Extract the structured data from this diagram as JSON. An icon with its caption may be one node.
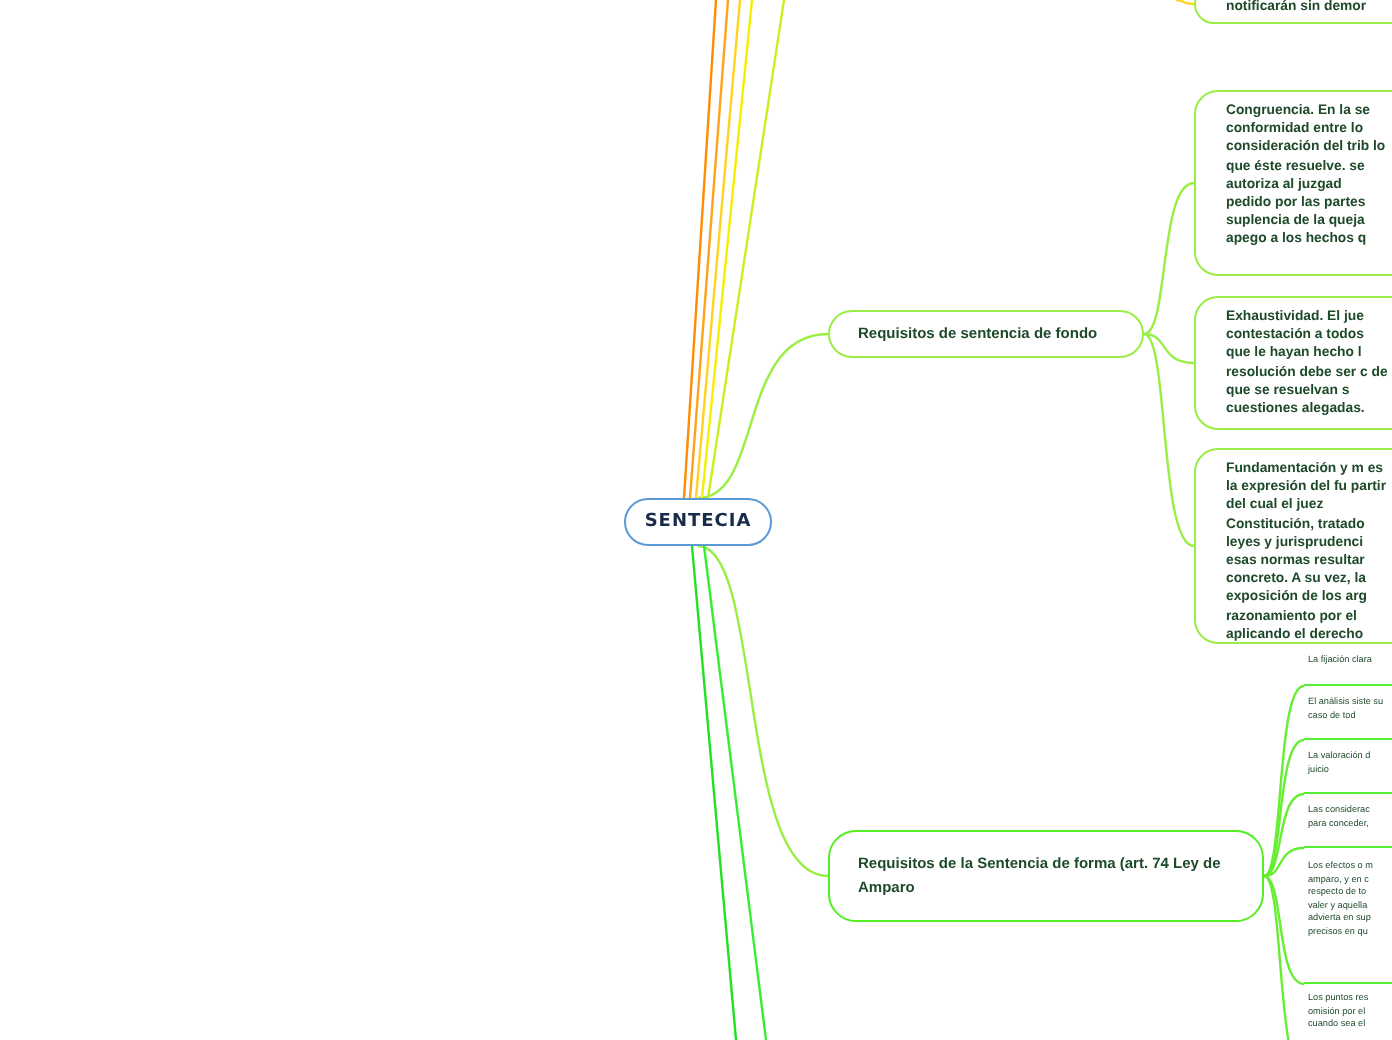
{
  "diagram": {
    "nodes": [
      {
        "text": [
          "SENTECIA"
        ]
      },
      {
        "text": [
          "Requisitos de sentencia de fondo"
        ]
      },
      {
        "text": [
          "Congruencia. En la se conformidad entre lo consideración del trib lo que éste resuelve. se autoriza al juzgad pedido por las partes suplencia de la queja apego a los hechos q"
        ]
      },
      {
        "text": [
          "Exhaustividad. El jue contestación a todos que le hayan hecho l resolución debe ser c de que se resuelvan s cuestiones alegadas."
        ]
      },
      {
        "text": [
          "Fundamentación y m es la expresión del fu partir del cual el juez Constitución, tratado leyes y jurisprudenci esas normas resultar concreto. A su vez, la exposición de los arg razonamiento por el aplicando el derecho"
        ]
      },
      {
        "text": [
          "Requisitos de la Sentencia de forma (art. 74 Ley de Amparo"
        ]
      },
      {
        "text": [
          "La fijación clara"
        ]
      },
      {
        "text": [
          "El análisis siste su caso de tod"
        ]
      },
      {
        "text": [
          "La valoración d juicio"
        ]
      },
      {
        "text": [
          "Las considerac para conceder,"
        ]
      },
      {
        "text": [
          "Los efectos o m amparo, y en c respecto de to valer y aquella advierta en sup precisos en qu"
        ]
      },
      {
        "text": [
          "Los puntos res omisión por el cuando sea el"
        ]
      },
      {
        "text": [
          "notificarán sin demor"
        ]
      }
    ],
    "edges": [
      {
        "from": 0,
        "to": 1,
        "arrow": "none"
      },
      {
        "from": 1,
        "to": 2,
        "arrow": "none"
      },
      {
        "from": 1,
        "to": 3,
        "arrow": "none"
      },
      {
        "from": 1,
        "to": 4,
        "arrow": "none"
      },
      {
        "from": 0,
        "to": 5,
        "arrow": "none"
      },
      {
        "from": 5,
        "to": 6,
        "arrow": "none"
      },
      {
        "from": 5,
        "to": 7,
        "arrow": "none"
      },
      {
        "from": 5,
        "to": 8,
        "arrow": "none"
      },
      {
        "from": 5,
        "to": 9,
        "arrow": "none"
      },
      {
        "from": 5,
        "to": 10,
        "arrow": "none"
      },
      {
        "from": 5,
        "to": 11,
        "arrow": "none"
      },
      {
        "from": null,
        "to": 12,
        "arrow": "none",
        "color": "#ffd21f"
      },
      {
        "from": 0,
        "to": null,
        "arrow": "none",
        "color": "#ff8c00"
      },
      {
        "from": 0,
        "to": null,
        "arrow": "none",
        "color": "#ffa31a"
      },
      {
        "from": 0,
        "to": null,
        "arrow": "none",
        "color": "#ffd21f"
      },
      {
        "from": 0,
        "to": null,
        "arrow": "none",
        "color": "#f4f000"
      },
      {
        "from": 0,
        "to": null,
        "arrow": "none",
        "color": "#c8f020"
      },
      {
        "from": 0,
        "to": null,
        "arrow": "none",
        "color": "#22e022"
      },
      {
        "from": 0,
        "to": null,
        "arrow": "none",
        "color": "#33ee33"
      }
    ]
  }
}
